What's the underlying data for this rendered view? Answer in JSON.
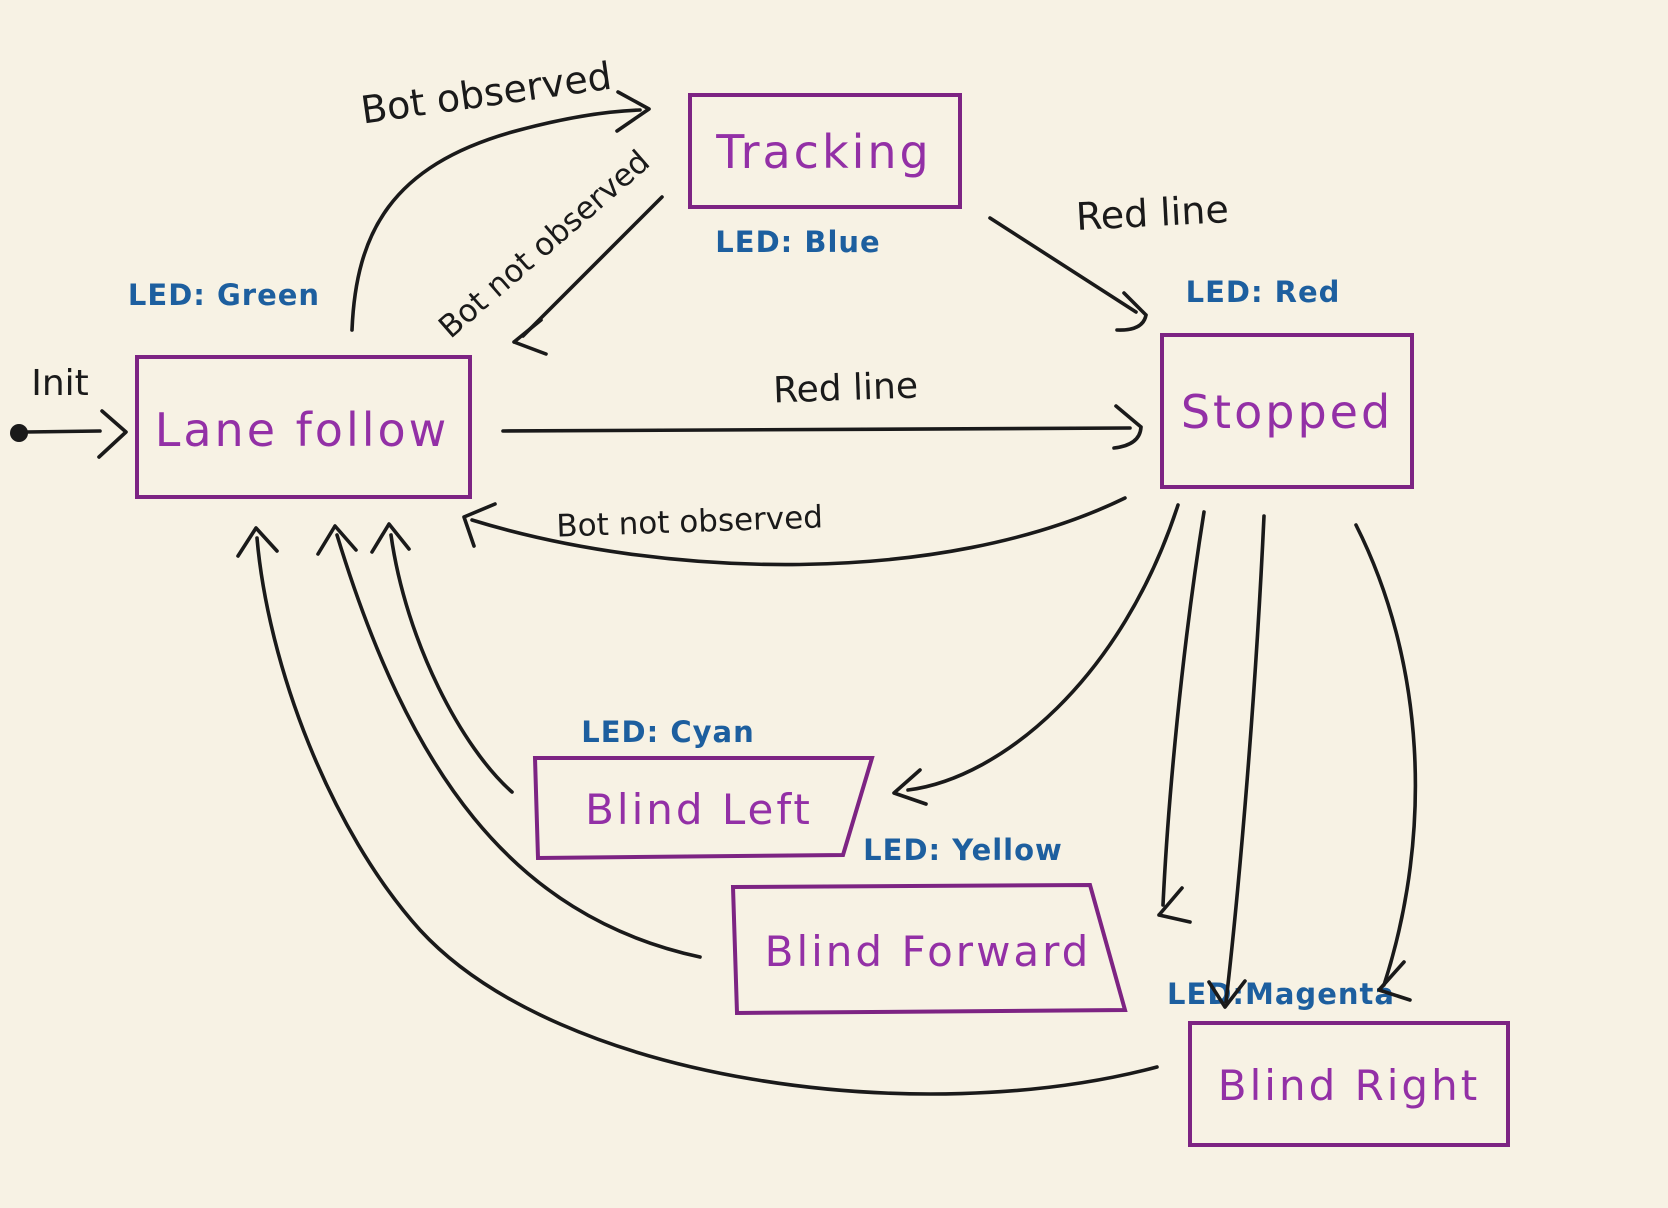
{
  "diagram": {
    "title": "Robot behavior state machine (hand-drawn)",
    "colors": {
      "background": "#f7f2e4",
      "state_box_stroke": "#7d2483",
      "state_text": "#9330a6",
      "led_text": "#1d5f9f",
      "ink": "#1a1a1a"
    },
    "init_label": "Init",
    "states": [
      {
        "id": "lane-follow",
        "label": "Lane follow",
        "led": "LED: Green"
      },
      {
        "id": "tracking",
        "label": "Tracking",
        "led": "LED: Blue"
      },
      {
        "id": "stopped",
        "label": "Stopped",
        "led": "LED: Red"
      },
      {
        "id": "blind-left",
        "label": "Blind Left",
        "led": "LED: Cyan"
      },
      {
        "id": "blind-forward",
        "label": "Blind Forward",
        "led": "LED: Yellow"
      },
      {
        "id": "blind-right",
        "label": "Blind Right",
        "led": "LED:Magenta"
      }
    ],
    "transitions": {
      "bot_observed": "Bot observed",
      "bot_not_observed_tracking_to_lane": "Bot not observed",
      "red_line_tracking_to_stopped": "Red line",
      "red_line_lane_to_stopped": "Red line",
      "bot_not_observed_stopped_to_lane": "Bot not observed"
    }
  }
}
